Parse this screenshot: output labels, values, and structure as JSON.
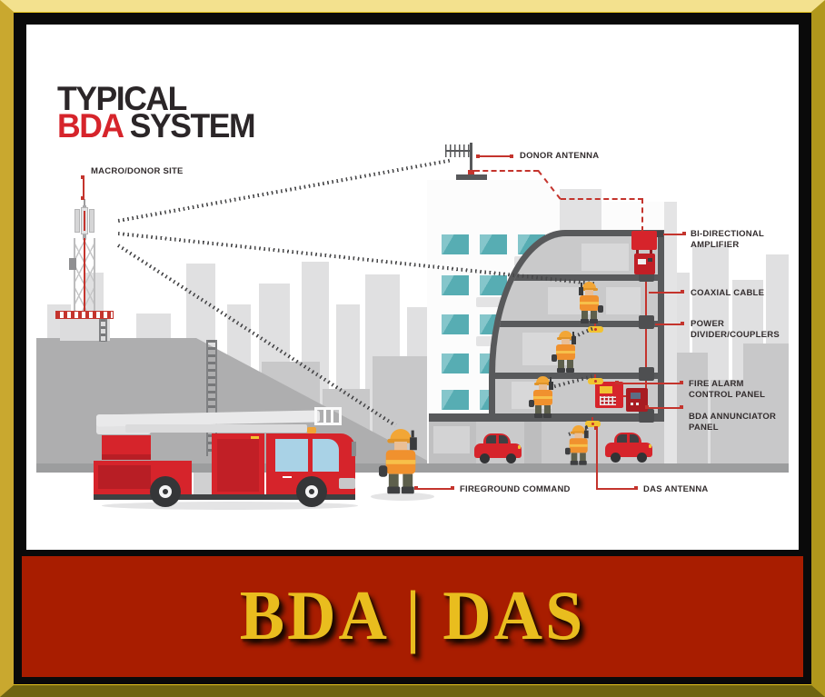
{
  "title": {
    "line1": "TYPICAL",
    "line2_accent": "BDA",
    "line2_rest": " SYSTEM"
  },
  "callouts": {
    "macro_donor_site": "MACRO/DONOR SITE",
    "donor_antenna": "DONOR ANTENNA",
    "bi_directional_amplifier": "BI-DIRECTIONAL\nAMPLIFIER",
    "coaxial_cable": "COAXIAL CABLE",
    "power_divider_couplers": "POWER\nDIVIDER/COUPLERS",
    "fire_alarm_control_panel": "FIRE ALARM\nCONTROL PANEL",
    "bda_annunciator_panel": "BDA ANNUNCIATOR\nPANEL",
    "fireground_command": "FIREGROUND COMMAND",
    "das_antenna": "DAS ANTENNA"
  },
  "banner": {
    "text": "BDA | DAS"
  },
  "colors": {
    "accent_red": "#D6242B",
    "callout_line_red": "#C4342D",
    "banner_background": "#A81D00",
    "frame_gold": "#E8C51E",
    "banner_text_gold": "#E9BD1E",
    "window_teal": "#57ADB3",
    "cutaway_gray": "#58595B",
    "das_antenna_yellow": "#F2C331",
    "firefighter_orange": "#F0912E"
  }
}
